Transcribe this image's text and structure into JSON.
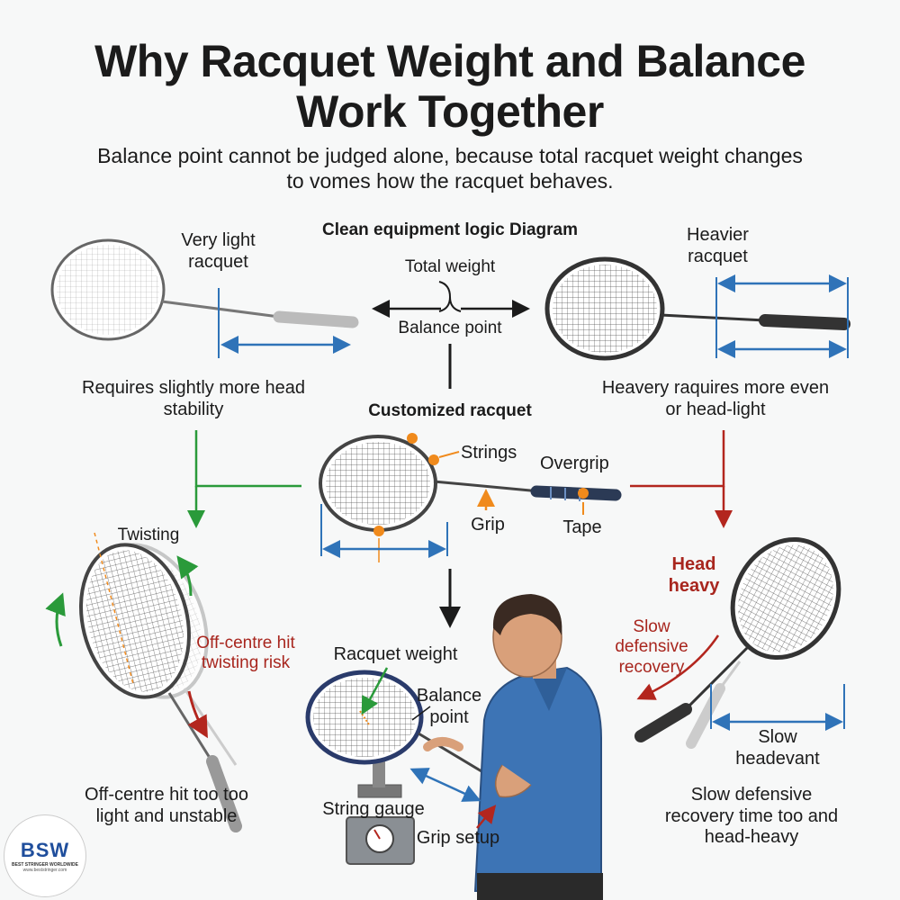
{
  "title": "Why Racquet Weight and Balance Work Together",
  "subtitle": "Balance point cannot be judged alone, because total racquet weight changes to vomes how the racquet behaves.",
  "diagram_heading": "Clean equipment logic Diagram",
  "center": {
    "total_weight": "Total weight",
    "balance_point": "Balance point",
    "customized_racquet": "Customized racquet",
    "parts": {
      "strings": "Strings",
      "overgrip": "Overgrip",
      "grip": "Grip",
      "tape": "Tape"
    }
  },
  "left": {
    "label": "Very light racquet",
    "requirement": "Requires slightly more head stability",
    "twisting": "Twisting",
    "risk": "Off-centre hit twisting risk",
    "caption": "Off-centre hit too too light and unstable"
  },
  "right": {
    "label": "Heavier racquet",
    "requirement": "Heavery raquires more even or head-light",
    "head_heavy": "Head heavy",
    "slow_recovery": "Slow defensive recovery",
    "slow_headevant": "Slow headevant",
    "caption": "Slow defensive recovery time too and head-heavy"
  },
  "bottom": {
    "racquet_weight": "Racquet weight",
    "balance_point": "Balance point",
    "string_gauge": "String gauge",
    "grip_setup": "Grip setup"
  },
  "logo": {
    "name": "BSW",
    "tagline": "BEST STRINGER WORLDWIDE",
    "url": "www.beststringer.com"
  },
  "colors": {
    "blue": "#2f73b8",
    "green": "#2a9a3a",
    "red": "#b3261e",
    "orange": "#f08a1c",
    "ink": "#1b1b1b"
  }
}
